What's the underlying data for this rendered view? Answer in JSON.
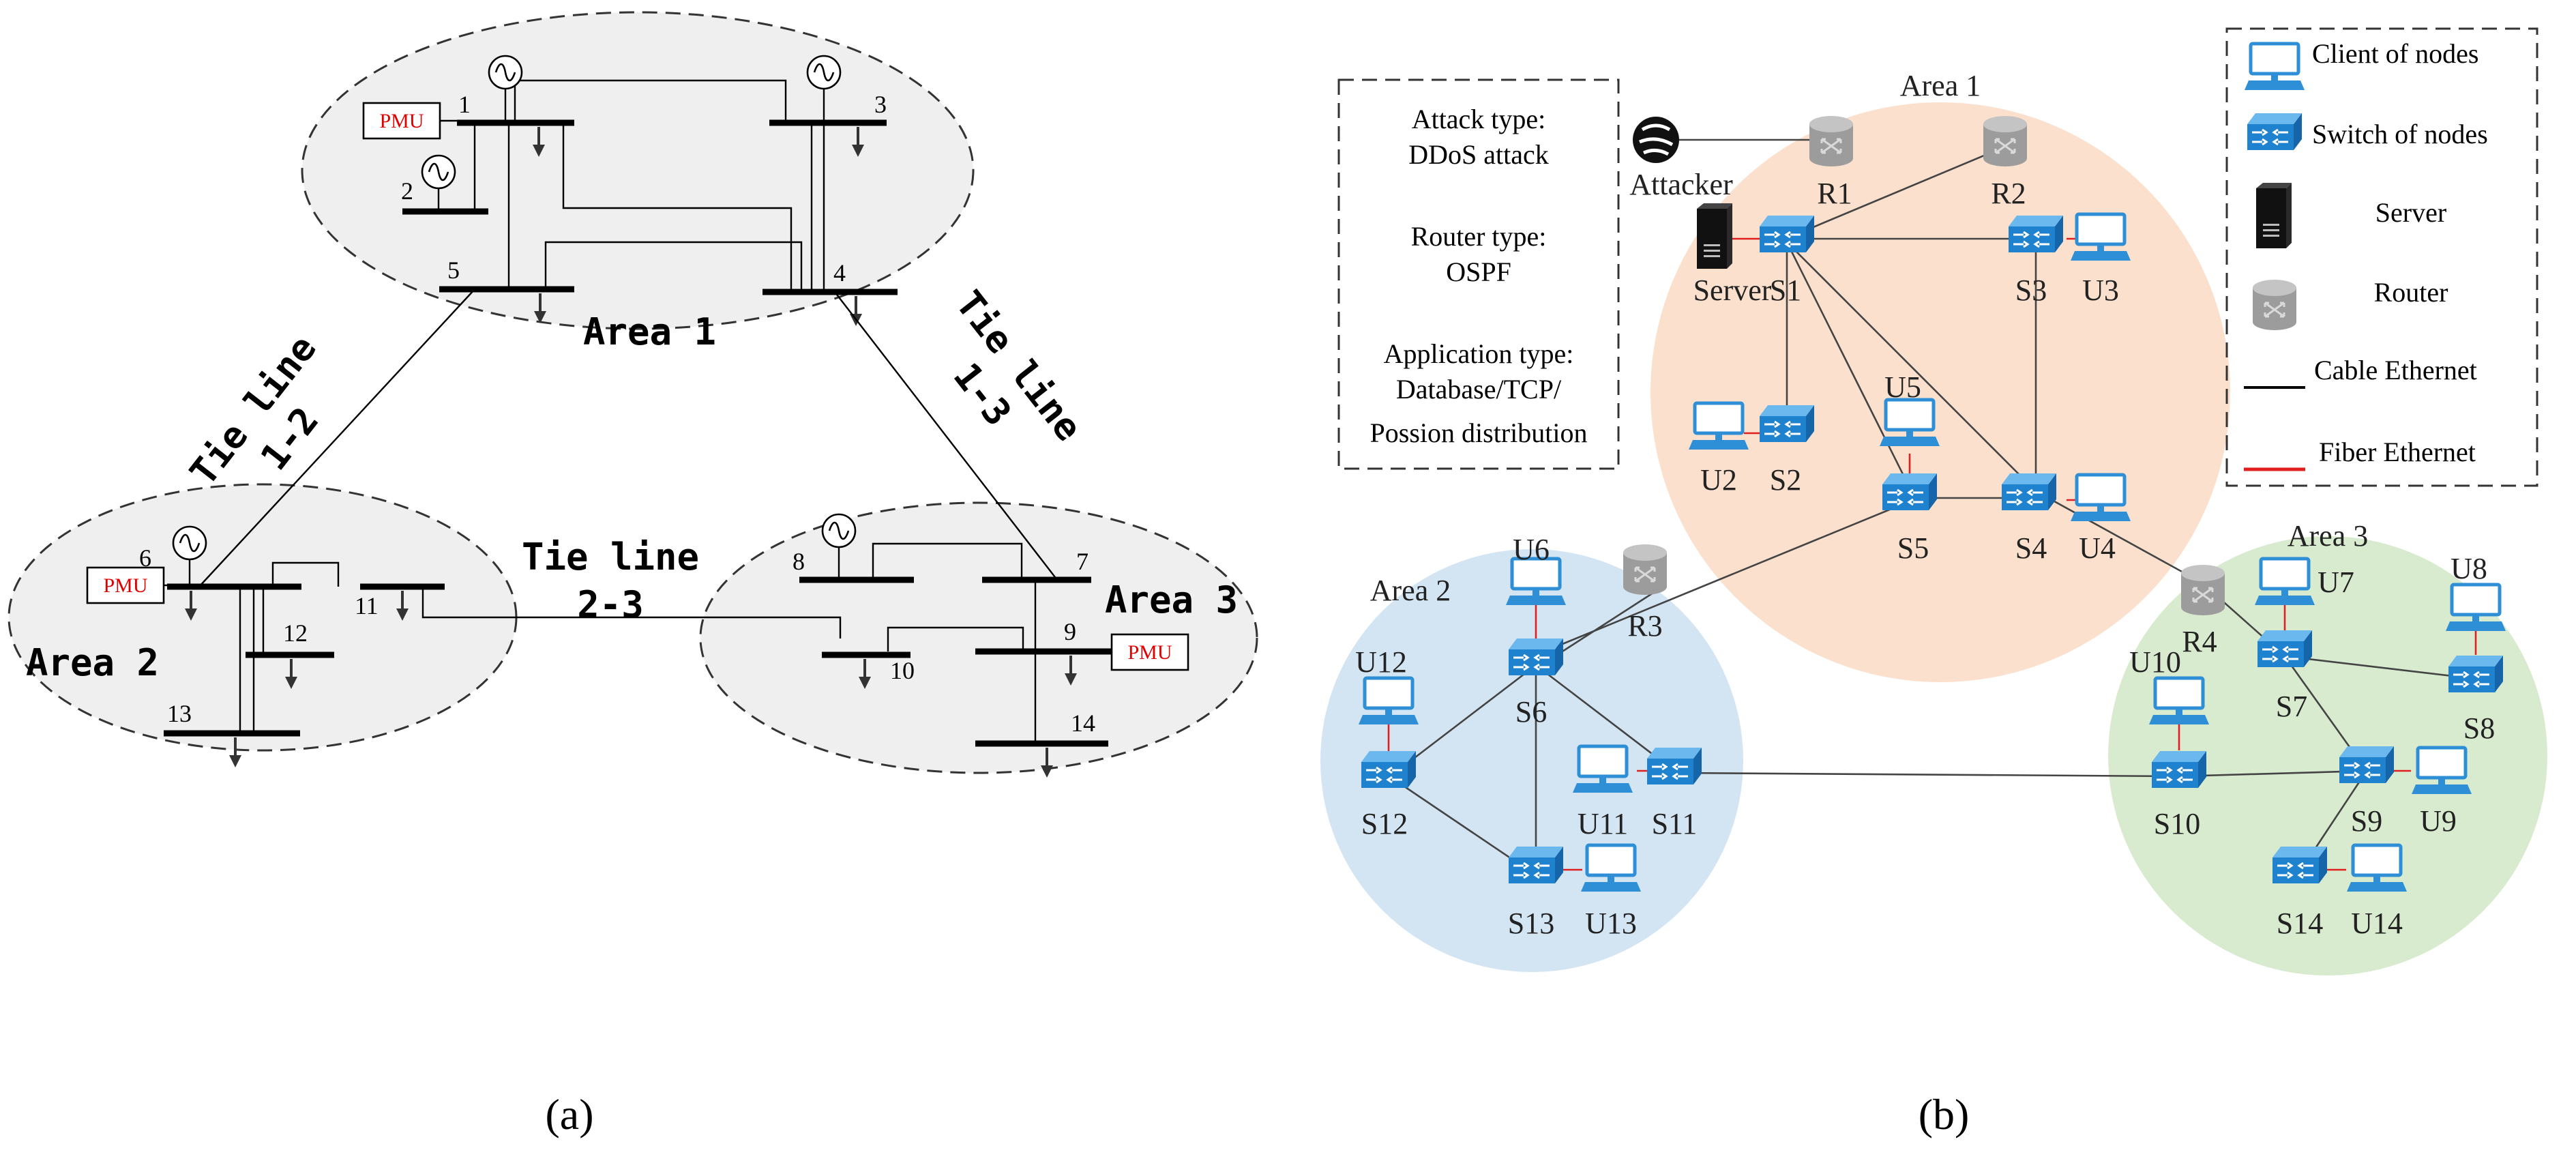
{
  "colors": {
    "pmu_text": "#e00000",
    "area1_fill": "#fbe1cd",
    "area2_fill": "#d3e5f3",
    "area3_fill": "#d8ebcf",
    "switch_blue": "#2e8fd6",
    "router_gray": "#9c9c9c",
    "fiber": "#e02020",
    "cable": "#000000"
  },
  "panel_a": {
    "caption": "(a)",
    "pmu_label": "PMU",
    "areas": {
      "area1": "Area 1",
      "area2": "Area 2",
      "area3": "Area 3"
    },
    "tie_lines": {
      "t12_title": "Tie line",
      "t12_id": "1-2",
      "t13_title": "Tie line",
      "t13_id": "1-3",
      "t23_title": "Tie line",
      "t23_id": "2-3"
    },
    "buses": [
      "1",
      "2",
      "3",
      "4",
      "5",
      "6",
      "7",
      "8",
      "9",
      "10",
      "11",
      "12",
      "13",
      "14"
    ]
  },
  "panel_b": {
    "caption": "(b)",
    "info_box": {
      "attack_title": "Attack type:",
      "attack_value": "DDoS attack",
      "router_title": "Router type:",
      "router_value": "OSPF",
      "app_title": "Application type:",
      "app_line2": "Database/TCP/",
      "app_line3": "Possion distribution"
    },
    "legend": {
      "client": "Client of nodes",
      "switch": "Switch of nodes",
      "server": "Server",
      "router": "Router",
      "cable": "Cable Ethernet",
      "fiber": "Fiber Ethernet"
    },
    "areas": {
      "area1": "Area 1",
      "area2": "Area 2",
      "area3": "Area 3"
    },
    "labels": {
      "attacker": "Attacker",
      "server": "Server",
      "r1": "R1",
      "r2": "R2",
      "r3": "R3",
      "r4": "R4",
      "s1": "S1",
      "s2": "S2",
      "s3": "S3",
      "s4": "S4",
      "s5": "S5",
      "s6": "S6",
      "s7": "S7",
      "s8": "S8",
      "s9": "S9",
      "s10": "S10",
      "s11": "S11",
      "s12": "S12",
      "s13": "S13",
      "s14": "S14",
      "u2": "U2",
      "u3": "U3",
      "u4": "U4",
      "u5": "U5",
      "u6": "U6",
      "u7": "U7",
      "u8": "U8",
      "u9": "U9",
      "u10": "U10",
      "u11": "U11",
      "u12": "U12",
      "u13": "U13",
      "u14": "U14"
    }
  }
}
